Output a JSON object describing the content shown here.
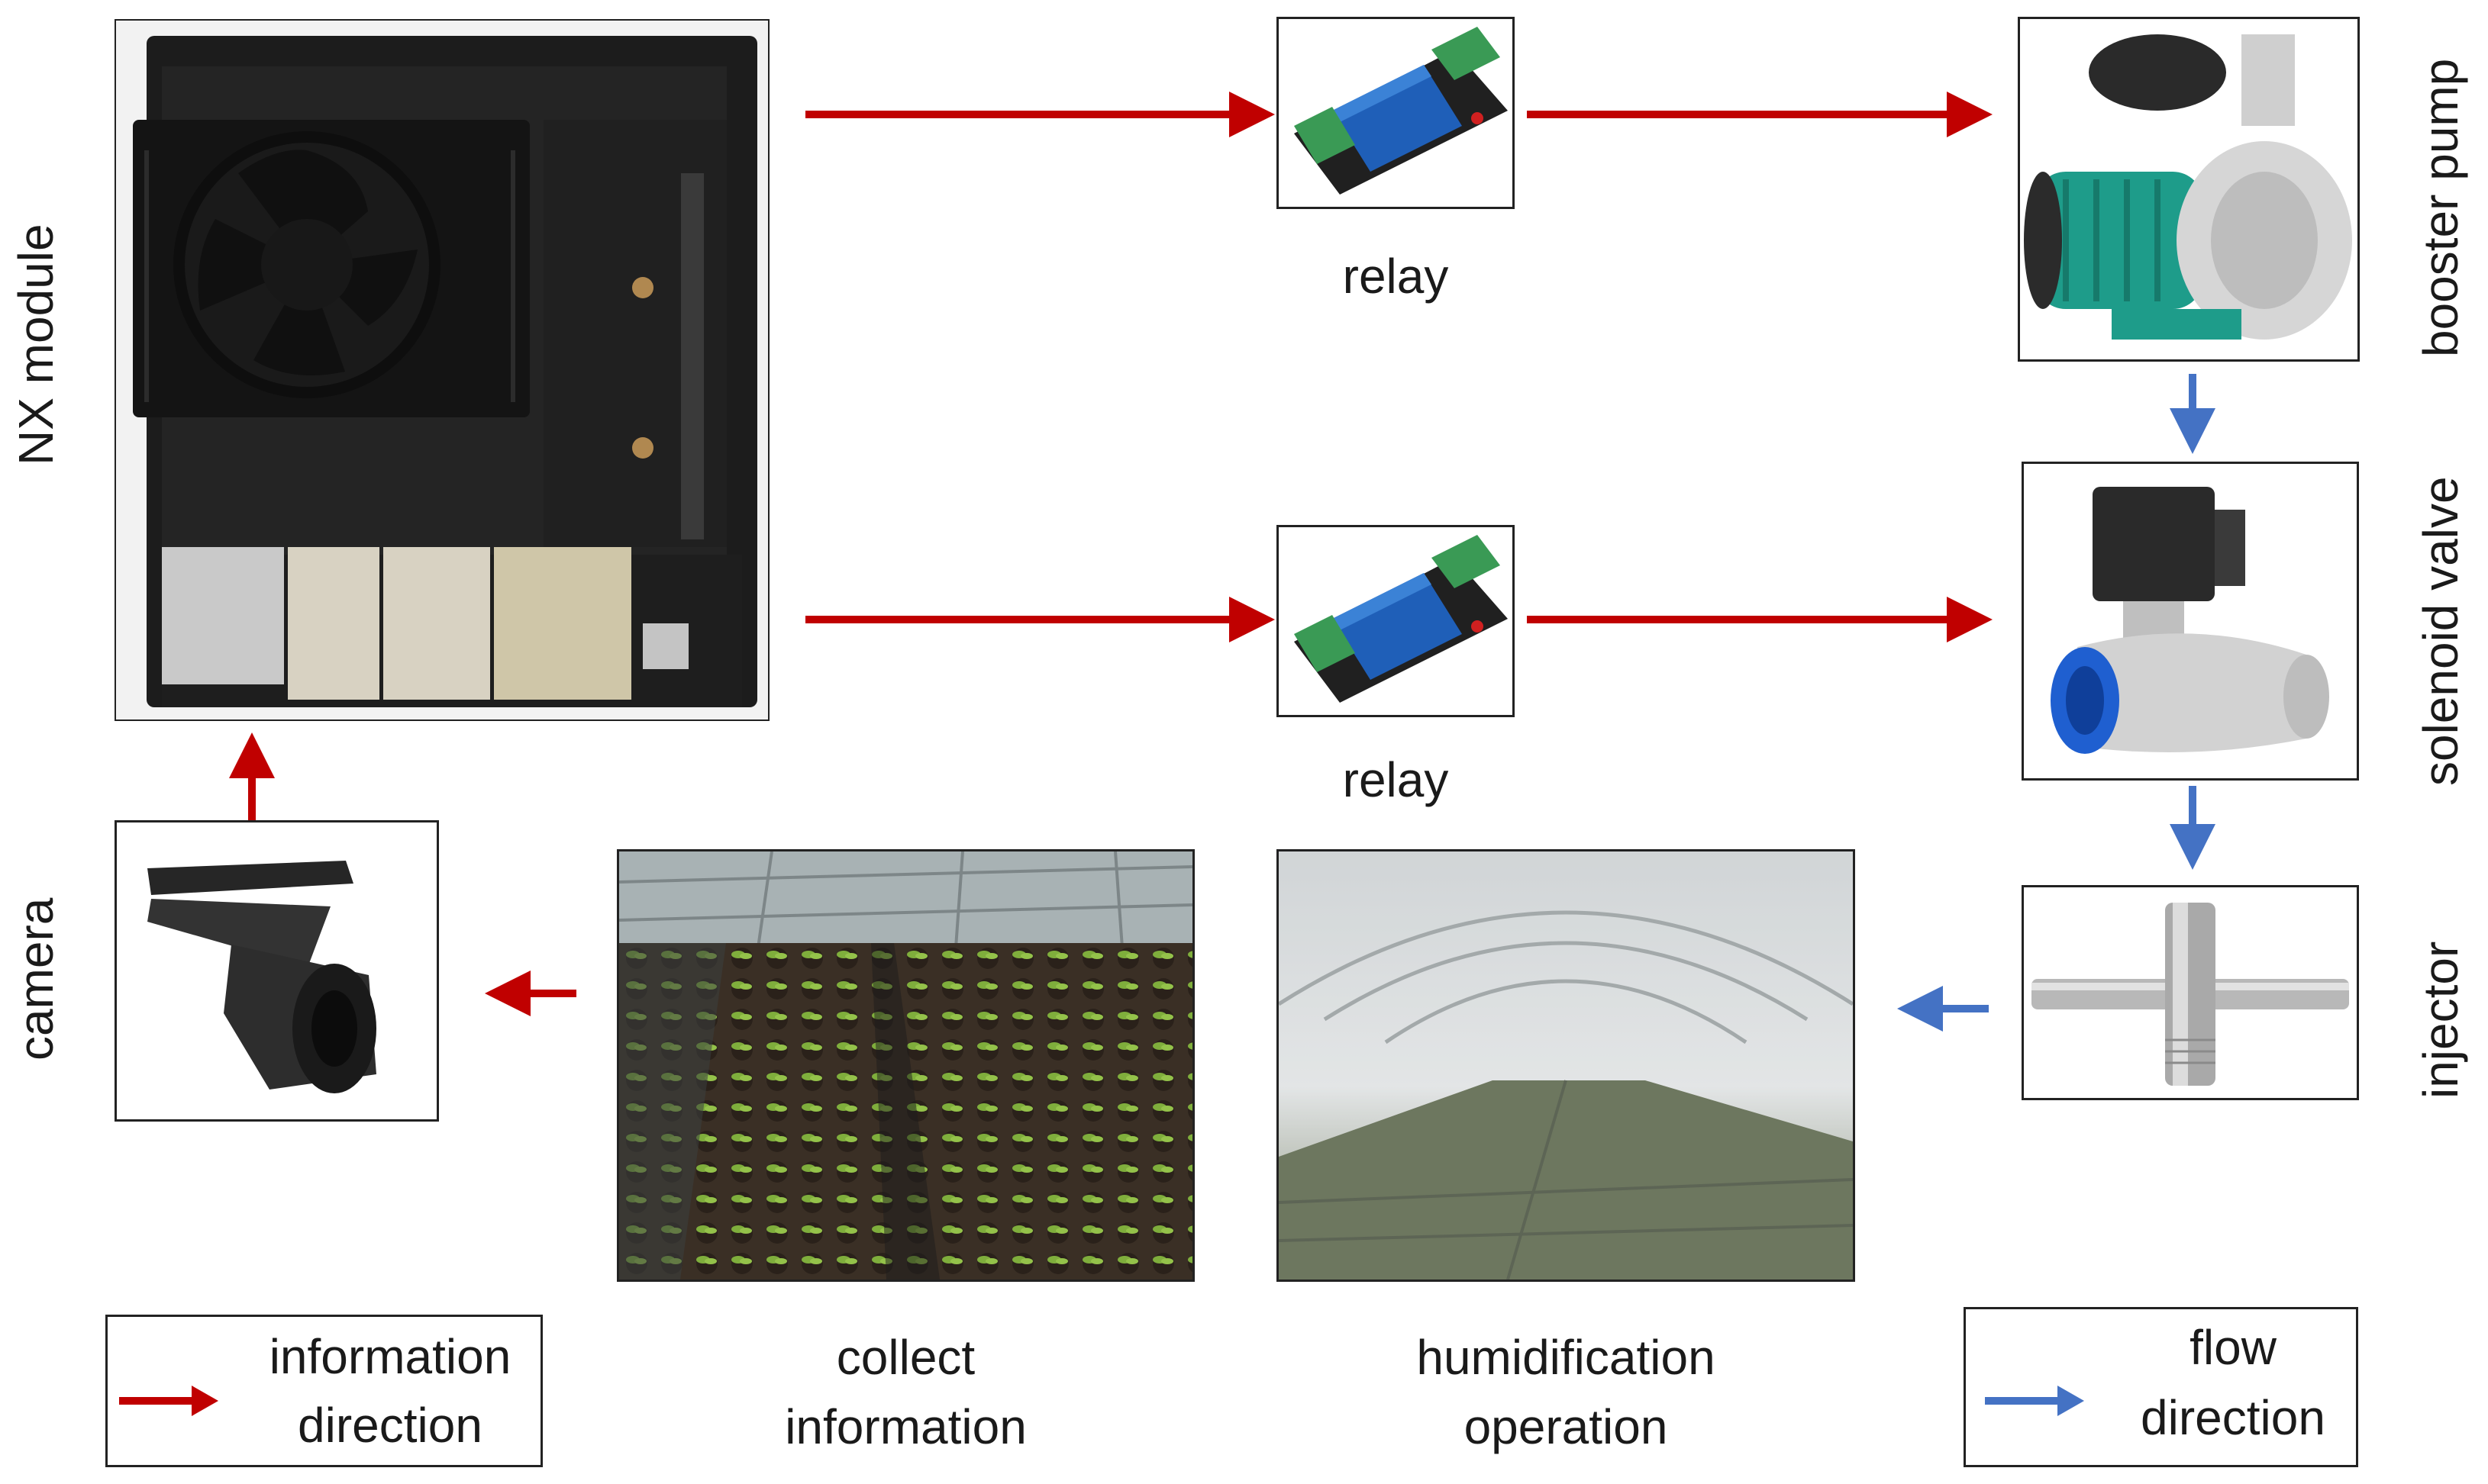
{
  "labels": {
    "nx_module": "NX module",
    "camera": "camera",
    "relay_top": "relay",
    "relay_bottom": "relay",
    "booster_pump": "booster pump",
    "solenoid_valve": "solenoid valve",
    "injector": "injector",
    "collect_line1": "collect",
    "collect_line2": "information",
    "humid_line1": "humidification",
    "humid_line2": "operation"
  },
  "legend": {
    "info_line1": "information",
    "info_line2": "direction",
    "flow_line1": "flow",
    "flow_line2": "direction"
  },
  "colors": {
    "info_arrow": "#c00000",
    "flow_arrow": "#4472c4"
  }
}
